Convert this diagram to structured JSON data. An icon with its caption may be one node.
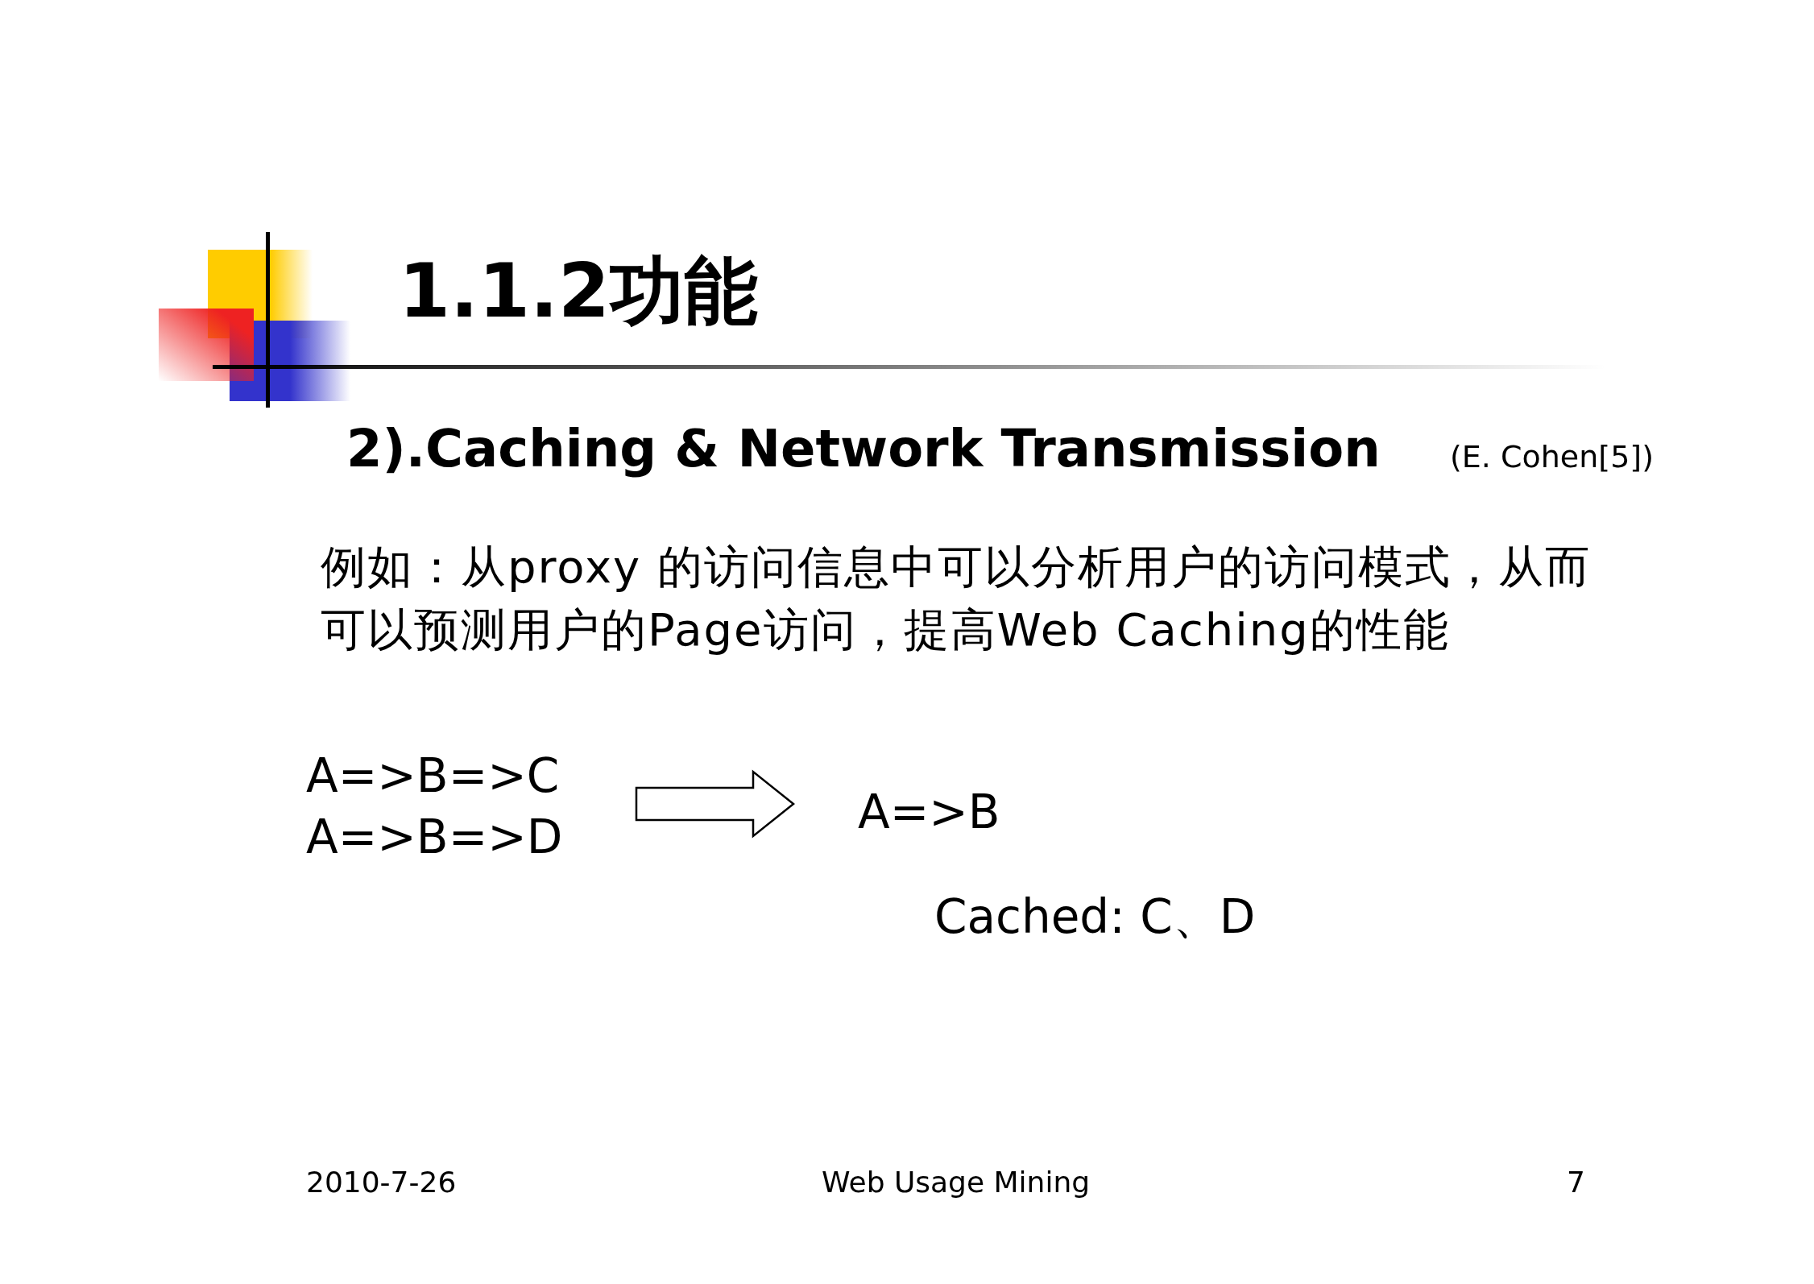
{
  "diagram": {
    "title": "1.1.2功能",
    "nodes": [
      {
        "text": [
          "A=>B=>C",
          "A=>B=>D"
        ]
      },
      {
        "text": [
          "A=>B"
        ]
      }
    ],
    "edges": [
      {
        "from": 0,
        "to": 1,
        "arrow": "to"
      }
    ],
    "labels": [
      "2).Caching & Network Transmission",
      "(E. Cohen[5])",
      "例如：从proxy 的访问信息中可以分析用户的访问模式，从而可以预测用户的Page访问，提高Web Caching的性能",
      "Cached: C、D",
      "2010-7-26",
      "Web Usage Mining",
      "7"
    ]
  }
}
